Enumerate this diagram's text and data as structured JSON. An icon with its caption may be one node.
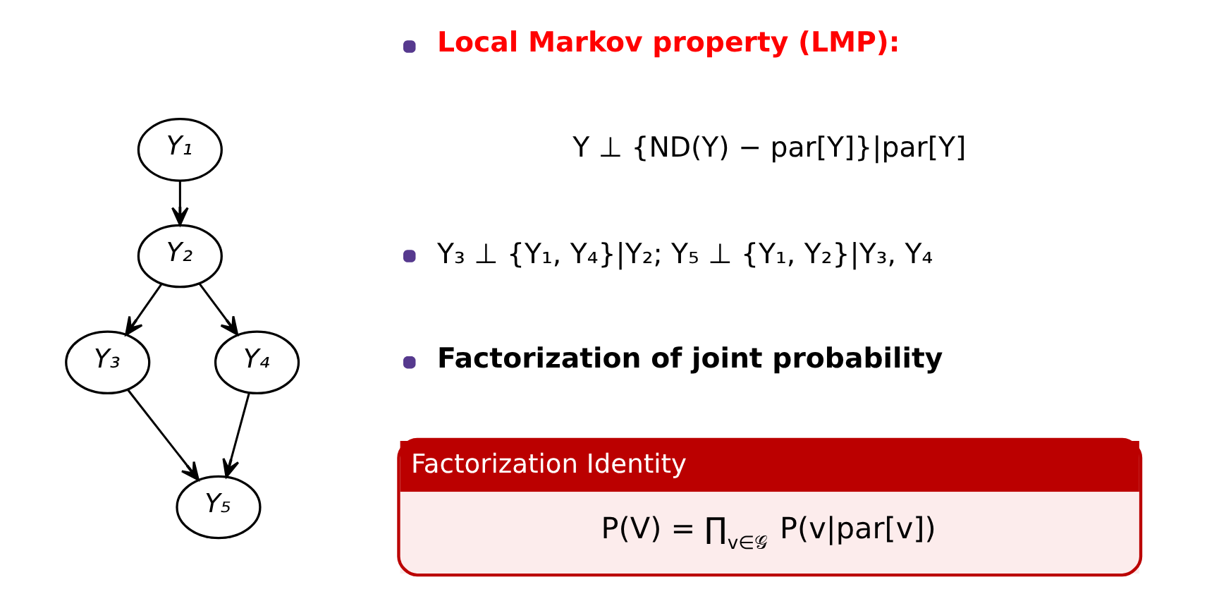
{
  "diagram": {
    "nodes": [
      {
        "text": [
          "Y₁"
        ]
      },
      {
        "text": [
          "Y₂"
        ]
      },
      {
        "text": [
          "Y₃"
        ]
      },
      {
        "text": [
          "Y₄"
        ]
      },
      {
        "text": [
          "Y₅"
        ]
      },
      {
        "text": [
          "Factorization Identity",
          "P(V) = ∏$_{v∈𝒢}$ P(v|par[v])"
        ]
      }
    ],
    "edges": [
      {
        "from": 0,
        "to": 1,
        "arrow": "to"
      },
      {
        "from": 1,
        "to": 2,
        "arrow": "to"
      },
      {
        "from": 1,
        "to": 3,
        "arrow": "to"
      },
      {
        "from": 2,
        "to": 4,
        "arrow": "to"
      },
      {
        "from": 3,
        "to": 4,
        "arrow": "to"
      }
    ],
    "labels": [
      "Local Markov property (LMP):",
      "Y ⊥ {ND(Y) − par[Y]}|par[Y]",
      "Y₃ ⊥ {Y₁, Y₄}|Y₂; Y₅ ⊥ {Y₁, Y₂}|Y₃, Y₄",
      "Factorization of joint probability"
    ]
  }
}
